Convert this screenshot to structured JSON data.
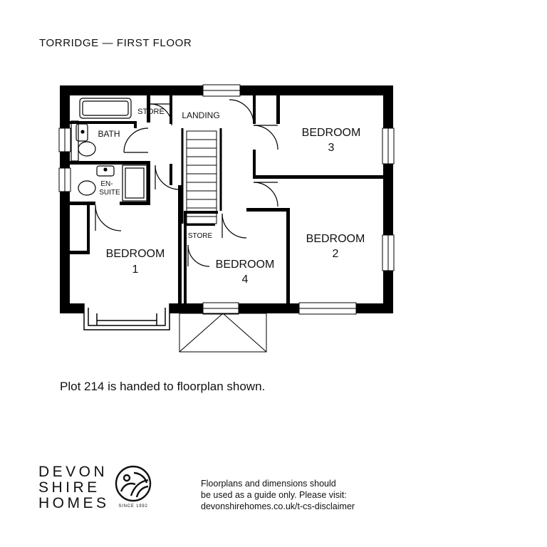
{
  "title": "TORRIDGE — FIRST FLOOR",
  "rooms": {
    "store_top": "STORE",
    "landing": "LANDING",
    "bath": "BATH",
    "ensuite_line1": "EN-",
    "ensuite_line2": "SUITE",
    "bedroom3_line1": "BEDROOM",
    "bedroom3_line2": "3",
    "bedroom2_line1": "BEDROOM",
    "bedroom2_line2": "2",
    "bedroom1_line1": "BEDROOM",
    "bedroom1_line2": "1",
    "store_mid": "STORE",
    "bedroom4_line1": "BEDROOM",
    "bedroom4_line2": "4"
  },
  "note": "Plot 214 is handed to floorplan shown.",
  "brand": {
    "line1": "DEVON",
    "line2": "SHIRE",
    "line3": "HOMES",
    "since": "SINCE 1992",
    "emblem_icon": "circular-emblem-icon"
  },
  "disclaimer": {
    "line1": "Floorplans and dimensions should",
    "line2": "be used as a guide only. Please visit:",
    "line3": "devonshirehomes.co.uk/t-cs-disclaimer"
  },
  "colors": {
    "wall": "#000000",
    "background": "#ffffff"
  }
}
